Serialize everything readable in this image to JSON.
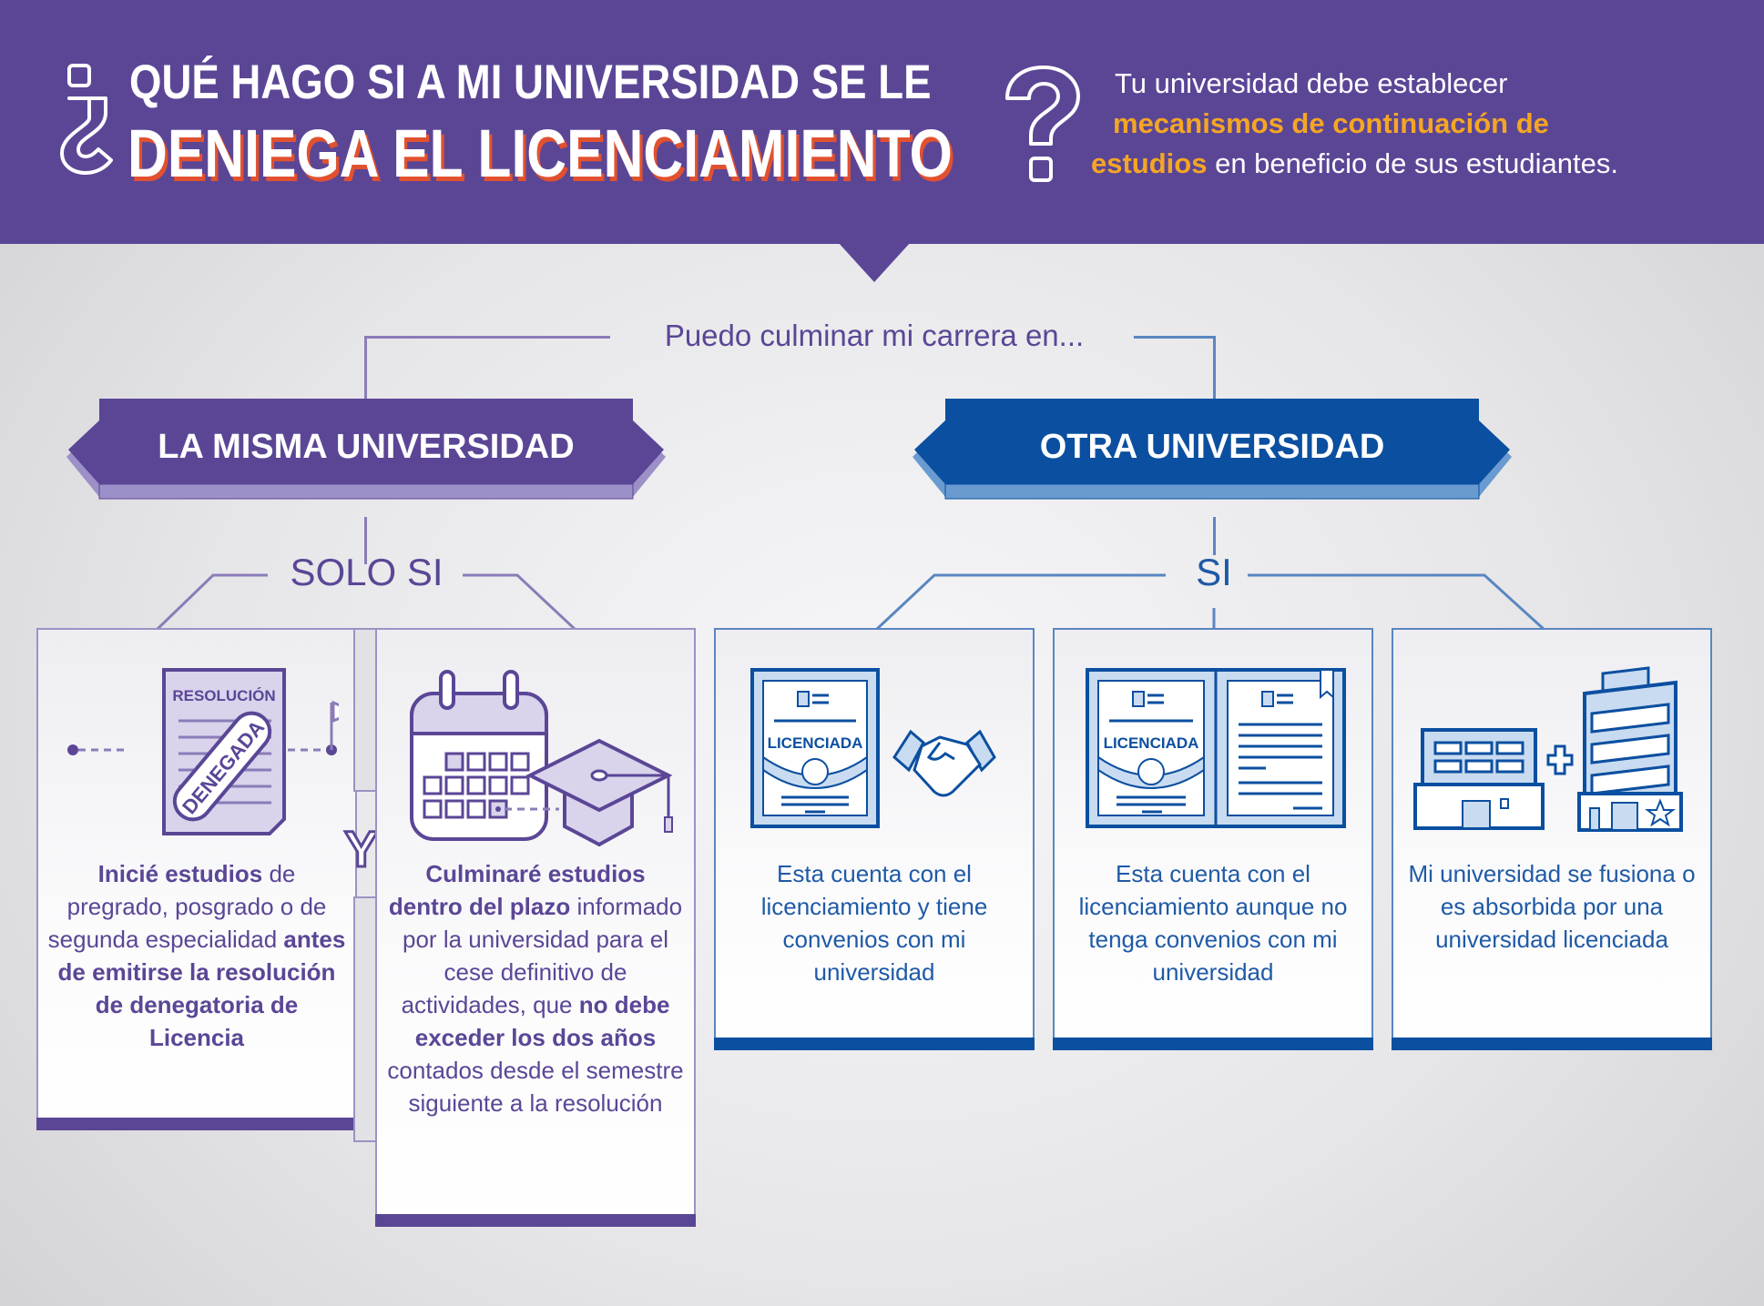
{
  "header": {
    "title_line1": "QUÉ HAGO SI A MI UNIVERSIDAD SE LE",
    "title_line2": "DENIEGA EL LICENCIAMIENTO",
    "open_mark": "¿",
    "close_mark": "?",
    "subtitle": {
      "line1": "Tu universidad debe establecer",
      "line2_highlight": "mecanismos de continuación de",
      "line3_highlight": "estudios",
      "line3_rest": " en beneficio de sus estudiantes."
    }
  },
  "intro": "Puedo culminar mi carrera en...",
  "branches": [
    {
      "label": "LA MISMA UNIVERSIDAD",
      "condition": "SOLO SI",
      "color": "#5b4696",
      "foot_color": "#9d8fc8",
      "cards": [
        {
          "icon": "denied-resolution-icon",
          "icon_text": {
            "header": "RESOLUCIÓN",
            "stamp": "DENEGADA"
          },
          "segments": [
            {
              "t": "Inicié estudios",
              "b": true
            },
            {
              "t": " de pregrado, posgrado o de segunda especialidad ",
              "b": false
            },
            {
              "t": "antes de emitirse la resolución de denegatoria de Licencia",
              "b": true
            }
          ]
        },
        {
          "icon": "calendar-graduation-icon",
          "segments": [
            {
              "t": "Culminaré estudios dentro del plazo",
              "b": true
            },
            {
              "t": " informado por la universidad para el cese definitivo de actividades, que ",
              "b": false
            },
            {
              "t": "no debe exceder los dos años",
              "b": true
            },
            {
              "t": " contados desde el semestre siguiente a la resolución",
              "b": false
            }
          ]
        }
      ],
      "connector": "Y"
    },
    {
      "label": "OTRA UNIVERSIDAD",
      "condition": "SI",
      "color": "#0b4fa0",
      "foot_color": "#6a9bd0",
      "cards": [
        {
          "icon": "licensed-certificate-handshake-icon",
          "icon_text": {
            "cert": "LICENCIADA"
          },
          "text": "Esta cuenta con el licenciamiento y tiene convenios con mi universidad"
        },
        {
          "icon": "licensed-certificate-document-icon",
          "icon_text": {
            "cert": "LICENCIADA"
          },
          "text": "Esta cuenta con el licenciamiento aunque no tenga convenios con mi universidad"
        },
        {
          "icon": "buildings-merge-icon",
          "text": "Mi universidad se fusiona o es absorbida por una universidad licenciada"
        }
      ]
    }
  ],
  "colors": {
    "header_bg": "#5b4696",
    "title_shadow": "#e2512f",
    "highlight": "#f5a623",
    "purple": "#5b4696",
    "blue": "#0b4fa0"
  }
}
